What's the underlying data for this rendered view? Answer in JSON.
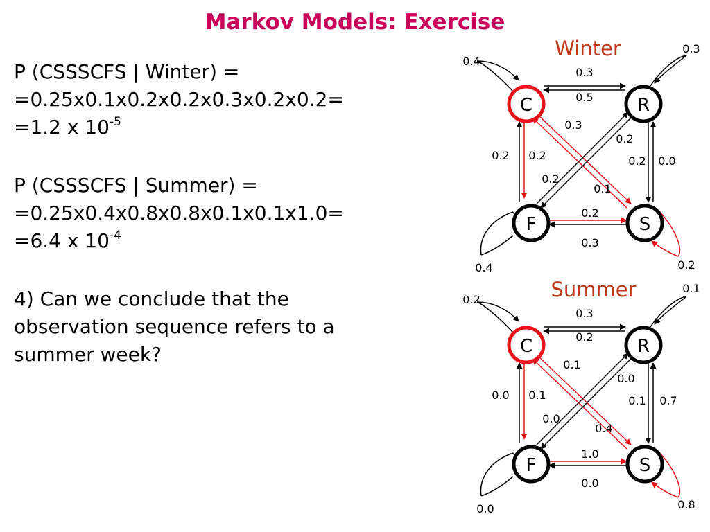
{
  "title": "Markov Models: Exercise",
  "winter_block": {
    "line1": "P (CSSSCFS | Winter) =",
    "line2": "=0.25x0.1x0.2x0.2x0.3x0.2x0.2=",
    "line3_base": "=1.2 x 10",
    "line3_exp": "-5"
  },
  "summer_block": {
    "line1": "P (CSSSCFS | Summer) =",
    "line2": "=0.25x0.4x0.8x0.8x0.1x0.1x1.0=",
    "line3_base": "=6.4 x 10",
    "line3_exp": "-4"
  },
  "question": "4) Can we conclude that the observation sequence refers to a summer week?",
  "diagrams": [
    {
      "season": "Winter",
      "nodes": {
        "C": "C",
        "R": "R",
        "F": "F",
        "S": "S"
      },
      "labels": {
        "C_self": "0.4",
        "R_self": "0.3",
        "F_self": "0.4",
        "S_self": "0.2",
        "C_to_R": "0.3",
        "R_to_C": "0.5",
        "F_to_C": "0.2",
        "C_to_F": "0.2",
        "C_to_S": "0.3",
        "S_to_C": "0.1",
        "R_to_F": "0.2",
        "F_to_R": "0.2",
        "R_to_S": "0.2",
        "S_to_R": "0.0",
        "F_to_S": "0.2",
        "S_to_F": "0.3"
      }
    },
    {
      "season": "Summer",
      "nodes": {
        "C": "C",
        "R": "R",
        "F": "F",
        "S": "S"
      },
      "labels": {
        "C_self": "0.2",
        "R_self": "0.1",
        "F_self": "0.0",
        "S_self": "0.8",
        "C_to_R": "0.3",
        "R_to_C": "0.2",
        "F_to_C": "0.0",
        "C_to_F": "0.1",
        "C_to_S": "0.1",
        "S_to_C": "0.4",
        "R_to_F": "0.0",
        "F_to_R": "0.0",
        "R_to_S": "0.1",
        "S_to_R": "0.7",
        "F_to_S": "1.0",
        "S_to_F": "0.0"
      }
    }
  ],
  "colors": {
    "title": "#c8005a",
    "season": "#c0391b",
    "highlight": "#e8121b",
    "edge": "#000000"
  }
}
